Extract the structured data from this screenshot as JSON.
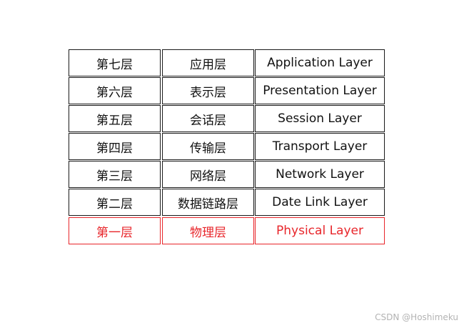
{
  "layers": [
    {
      "num": "第七层",
      "cn": "应用层",
      "en": "Application Layer"
    },
    {
      "num": "第六层",
      "cn": "表示层",
      "en": "Presentation Layer"
    },
    {
      "num": "第五层",
      "cn": "会话层",
      "en": "Session Layer"
    },
    {
      "num": "第四层",
      "cn": "传输层",
      "en": "Transport Layer"
    },
    {
      "num": "第三层",
      "cn": "网络层",
      "en": "Network Layer"
    },
    {
      "num": "第二层",
      "cn": "数据链路层",
      "en": "Date Link Layer"
    },
    {
      "num": "第一层",
      "cn": "物理层",
      "en": "Physical Layer"
    }
  ],
  "highlight_color": "#e8262b",
  "border_color": "#1a1a1a",
  "watermark": "CSDN @Hoshimeku"
}
